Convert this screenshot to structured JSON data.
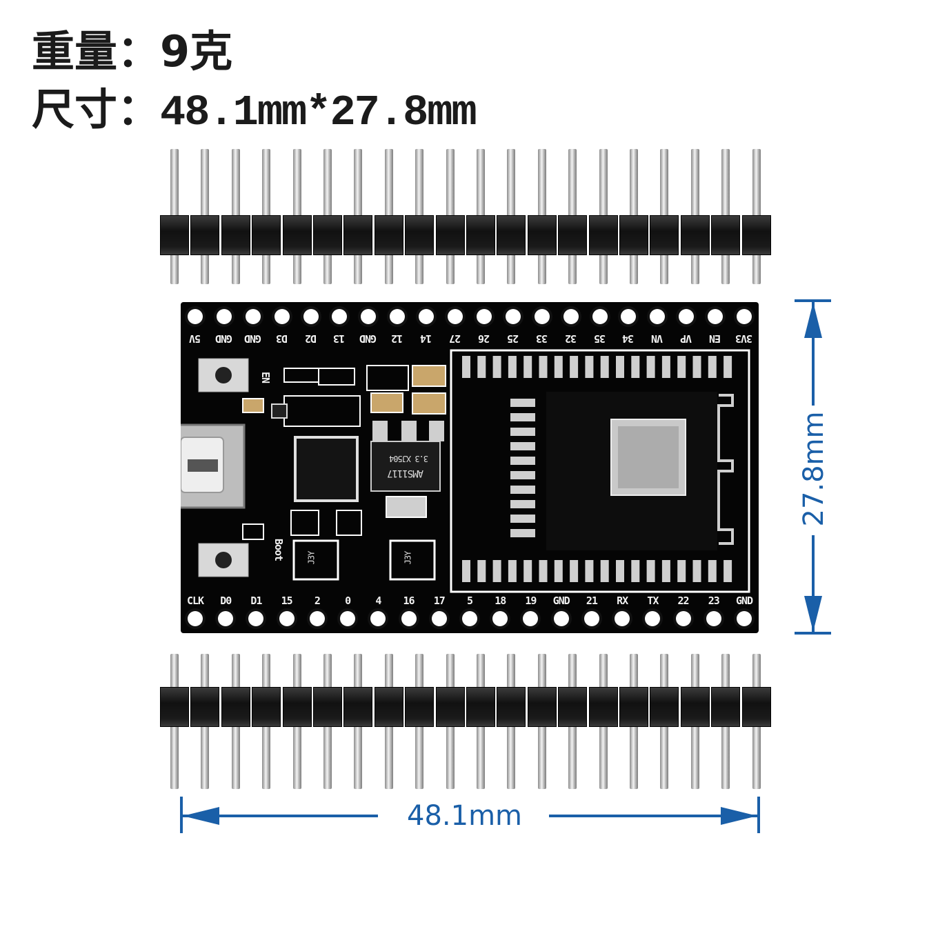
{
  "specs": {
    "weight_label": "重量：",
    "weight_value": "9克",
    "size_label": "尺寸：",
    "size_value": "48.1mm*27.8mm"
  },
  "board": {
    "top_pins": [
      "5V",
      "GND",
      "GND",
      "D3",
      "D2",
      "13",
      "GND",
      "12",
      "14",
      "27",
      "26",
      "25",
      "33",
      "32",
      "35",
      "34",
      "VN",
      "VP",
      "EN",
      "3V3"
    ],
    "bottom_pins": [
      "CLK",
      "D0",
      "D1",
      "15",
      "2",
      "0",
      "4",
      "16",
      "17",
      "5",
      "18",
      "19",
      "GND",
      "21",
      "RX",
      "TX",
      "22",
      "23",
      "GND"
    ],
    "silkscreen": {
      "en_button": "EN",
      "boot_button": "Boot",
      "regulator": "AMS1117",
      "regulator_sub": "3.3 XJ504",
      "transistor_1": "J3Y",
      "transistor_2": "J3Y"
    },
    "header_pin_count": 20
  },
  "dimensions": {
    "width": "48.1mm",
    "height": "27.8mm",
    "color": "#1a5fa8"
  },
  "colors": {
    "pcb": "#050505",
    "dimension": "#1a5fa8"
  }
}
